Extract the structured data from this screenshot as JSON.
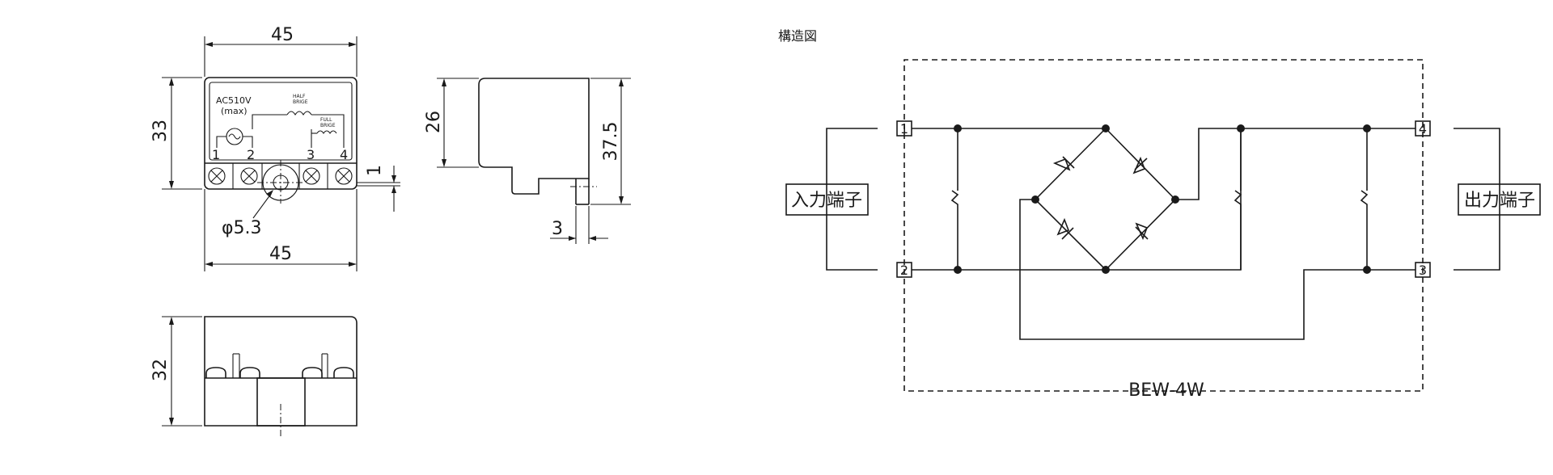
{
  "dimensions": {
    "top_width": "45",
    "bottom_width": "45",
    "height_front": "33",
    "hole_diameter": "φ5.3",
    "terminal_thickness": "1",
    "side_height": "26",
    "side_total": "37.5",
    "side_tab": "3",
    "bottom_height": "32"
  },
  "front_label": {
    "voltage": "AC510V",
    "max": "(max)",
    "half": "HALF",
    "half2": "BRIGE",
    "full": "FULL",
    "full2": "BRIGE",
    "t1": "1",
    "t2": "2",
    "t3": "3",
    "t4": "4"
  },
  "schematic": {
    "heading": "構造図",
    "input_label": "入力端子",
    "output_label": "出力端子",
    "model": "BEW-4W",
    "terminals": [
      "1",
      "2",
      "3",
      "4"
    ]
  }
}
